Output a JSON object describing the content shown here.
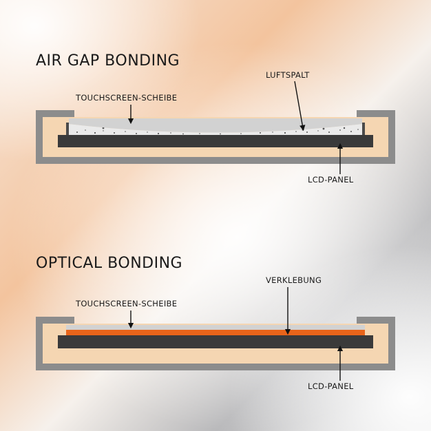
{
  "sections": [
    {
      "title": "AIR GAP BONDING",
      "labels": {
        "touchscreen": "TOUCHSCREEN-SCHEIBE",
        "gap": "LUFTSPALT",
        "lcd": "LCD-PANEL"
      }
    },
    {
      "title": "OPTICAL BONDING",
      "labels": {
        "touchscreen": "TOUCHSCREEN-SCHEIBE",
        "bond": "VERKLEBUNG",
        "lcd": "LCD-PANEL"
      }
    }
  ],
  "colors": {
    "frame": "#8c8c8c",
    "frame_fill": "#f5d6b2",
    "panel": "#3a3a3a",
    "glass": "#d2d2d2",
    "adhesive": "#e8641a"
  }
}
